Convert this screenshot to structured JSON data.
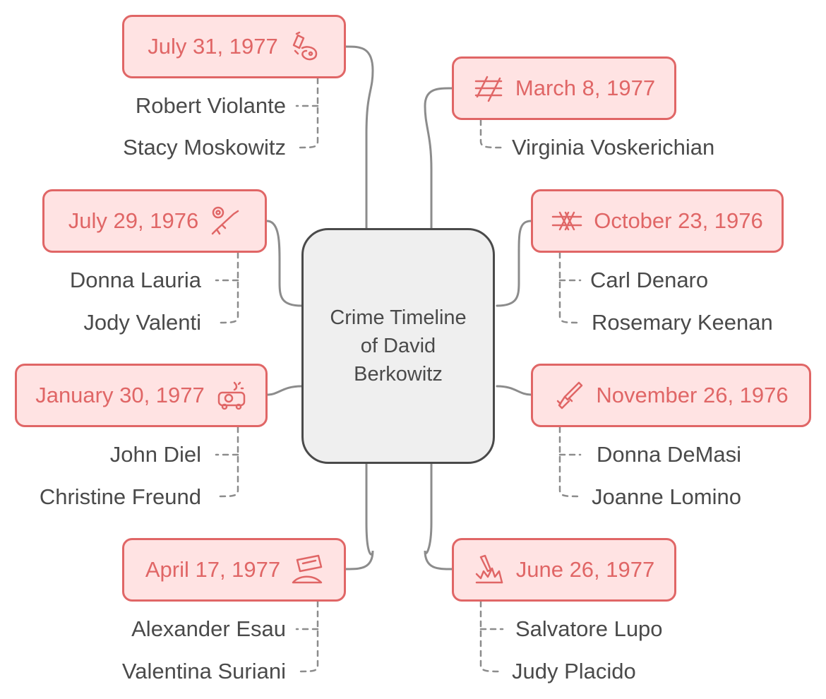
{
  "center": {
    "title": "Crime Timeline of David Berkowitz"
  },
  "colors": {
    "accent": "#e06666",
    "fill": "#ffe3e3",
    "text": "#4a4a4a",
    "center_fill": "#efefef",
    "connector": "#8c8c8c"
  },
  "events": [
    {
      "id": "jul-1977",
      "date": "July 31, 1977",
      "icon": "cocktail-splash-icon",
      "victims": [
        "Robert Violante",
        "Stacy Moskowitz"
      ]
    },
    {
      "id": "mar-1977",
      "date": "March 8, 1977",
      "icon": "ladder-icon",
      "victims": [
        "Virginia Voskerichian"
      ]
    },
    {
      "id": "jul-1976",
      "date": "July 29, 1976",
      "icon": "rifle-target-icon",
      "victims": [
        "Donna Lauria",
        "Jody Valenti"
      ]
    },
    {
      "id": "oct-1976",
      "date": "October 23, 1976",
      "icon": "rope-knot-icon",
      "victims": [
        "Carl Denaro",
        "Rosemary Keenan"
      ]
    },
    {
      "id": "jan-1977",
      "date": "January 30, 1977",
      "icon": "car-explosion-icon",
      "victims": [
        "John Diel",
        "Christine Freund"
      ]
    },
    {
      "id": "nov-1976",
      "date": "November 26, 1976",
      "icon": "handgun-icon",
      "victims": [
        "Donna DeMasi",
        "Joanne Lomino"
      ]
    },
    {
      "id": "apr-1977",
      "date": "April 17, 1977",
      "icon": "razor-blade-icon",
      "victims": [
        "Alexander Esau",
        "Valentina Suriani"
      ]
    },
    {
      "id": "jun-1977",
      "date": "June 26, 1977",
      "icon": "knife-in-fire-icon",
      "victims": [
        "Salvatore Lupo",
        "Judy Placido"
      ]
    }
  ]
}
